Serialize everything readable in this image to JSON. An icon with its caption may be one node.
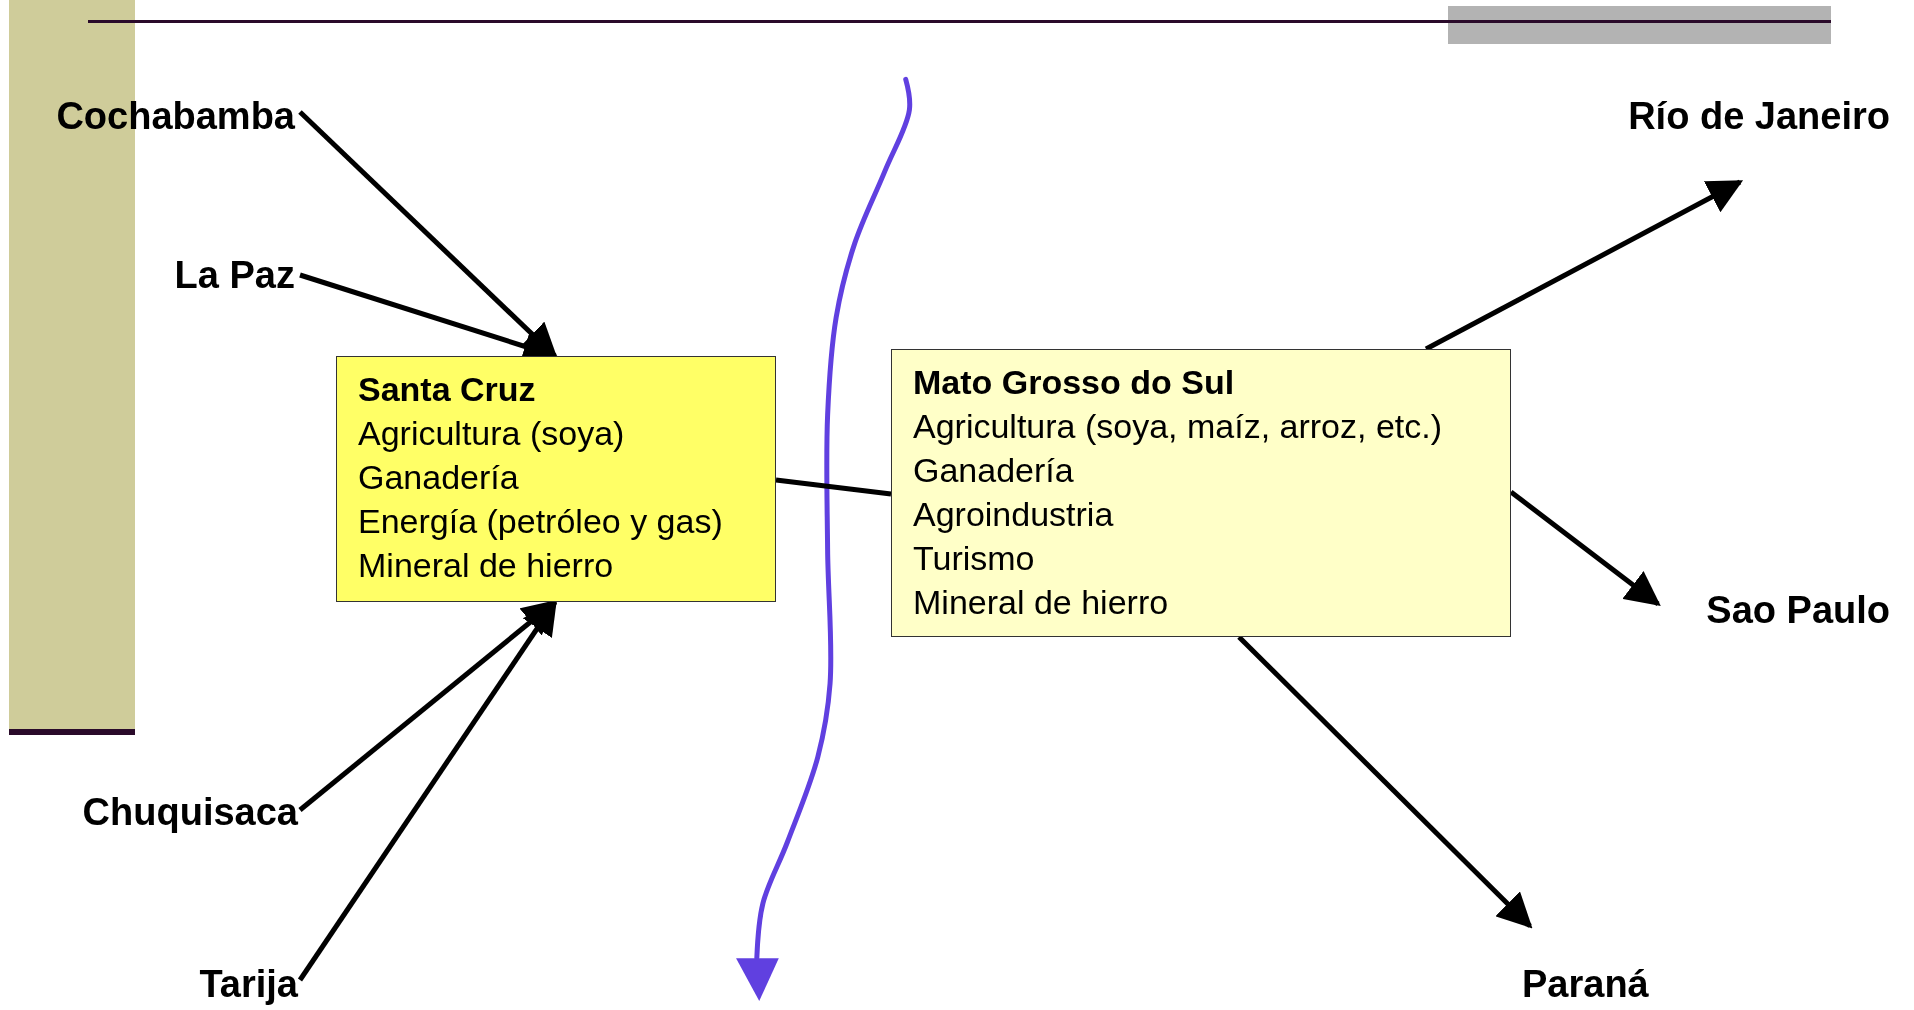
{
  "diagram": {
    "nodes": [
      {
        "text": [
          "Cochabamba"
        ]
      },
      {
        "text": [
          "La Paz"
        ]
      },
      {
        "text": [
          "Chuquisaca"
        ]
      },
      {
        "text": [
          "Tarija"
        ]
      },
      {
        "text": [
          "Santa Cruz",
          "Agricultura (soya)",
          "Ganadería",
          "Energía (petróleo y gas)",
          "Mineral de hierro"
        ]
      },
      {
        "text": [
          "Mato Grosso do Sul",
          "Agricultura (soya, maíz, arroz, etc.)",
          "Ganadería",
          "Agroindustria",
          "Turismo",
          "Mineral de hierro"
        ]
      },
      {
        "text": [
          "Río de Janeiro"
        ]
      },
      {
        "text": [
          "Sao Paulo"
        ]
      },
      {
        "text": [
          "Paraná"
        ]
      }
    ],
    "edges": [
      {
        "from": 0,
        "to": 4,
        "arrow": "to"
      },
      {
        "from": 1,
        "to": 4,
        "arrow": "to"
      },
      {
        "from": 2,
        "to": 4,
        "arrow": "to"
      },
      {
        "from": 3,
        "to": 4,
        "arrow": "to"
      },
      {
        "from": 4,
        "to": 5,
        "arrow": "none"
      },
      {
        "from": 5,
        "to": 6,
        "arrow": "to"
      },
      {
        "from": 5,
        "to": 7,
        "arrow": "to"
      },
      {
        "from": 5,
        "to": 8,
        "arrow": "to"
      }
    ]
  }
}
